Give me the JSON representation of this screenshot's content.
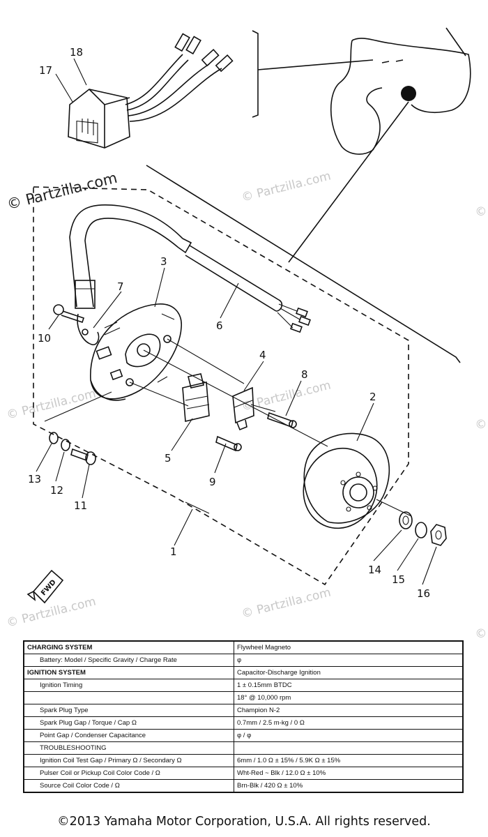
{
  "watermarks": [
    "© Partzilla.com",
    "© Partzilla.com",
    "© Partzilla.com",
    "© Partzilla.com",
    "© Partzilla.com",
    "© Partzilla.com",
    "© Partzilla.com",
    "© Partzilla.com",
    "© Partzilla.com"
  ],
  "callouts": [
    "1",
    "2",
    "3",
    "4",
    "5",
    "6",
    "7",
    "8",
    "9",
    "10",
    "11",
    "12",
    "13",
    "14",
    "15",
    "16",
    "17",
    "18"
  ],
  "fwd_label": "FWD",
  "spec_rows": [
    {
      "left": "CHARGING SYSTEM",
      "right": "Flywheel Magneto",
      "style": "head"
    },
    {
      "left": "Battery: Model / Specific Gravity / Charge Rate",
      "right": "φ",
      "style": "ind"
    },
    {
      "left": "IGNITION SYSTEM",
      "right": "Capacitor-Discharge Ignition",
      "style": "head"
    },
    {
      "left": "Ignition Timing",
      "right": "1 ± 0.15mm BTDC",
      "style": "ind"
    },
    {
      "left": "",
      "right": "18° @ 10,000 rpm",
      "style": "ind"
    },
    {
      "left": "Spark Plug Type",
      "right": "Champion N-2",
      "style": "ind"
    },
    {
      "left": "Spark Plug Gap / Torque / Cap Ω",
      "right": "0.7mm / 2.5 m-kg / 0 Ω",
      "style": "ind"
    },
    {
      "left": "Point Gap / Condenser Capacitance",
      "right": "φ / φ",
      "style": "ind"
    },
    {
      "left": "TROUBLESHOOTING",
      "right": "",
      "style": "ind"
    },
    {
      "left": "Ignition Coil Test Gap / Primary Ω / Secondary Ω",
      "right": "6mm / 1.0 Ω ± 15% / 5.9K Ω ± 15%",
      "style": "ind"
    },
    {
      "left": "Pulser Coil or Pickup Coil Color Code / Ω",
      "right": "Wht-Red ~ Blk / 12.0 Ω ± 10%",
      "style": "ind"
    },
    {
      "left": "Source Coil Color Code / Ω",
      "right": "Brn-Blk / 420 Ω ± 10%",
      "style": "ind"
    }
  ],
  "copyright": "©2013 Yamaha Motor Corporation, U.S.A. All rights reserved."
}
